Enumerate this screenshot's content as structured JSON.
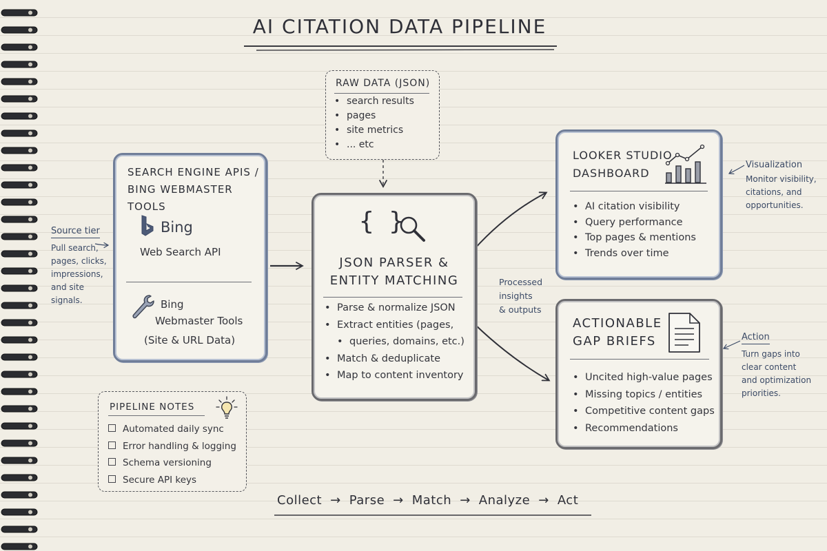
{
  "title": "AI CITATION DATA PIPELINE",
  "raw_data": {
    "title": "RAW DATA (JSON)",
    "items": [
      "search results",
      "pages",
      "site metrics",
      "... etc"
    ]
  },
  "source": {
    "title_line1": "SEARCH ENGINE APIS /",
    "title_line2": "BING WEBMASTER TOOLS",
    "bing_logo_text": "Bing",
    "bing_api_label": "Web Search API",
    "wmt_line1": "Bing",
    "wmt_line2": "Webmaster Tools",
    "wmt_line3": "(Site & URL Data)"
  },
  "source_note": {
    "title": "Source tier",
    "lines": [
      "Pull search,",
      "pages, clicks,",
      "impressions,",
      "and site",
      "signals."
    ]
  },
  "parser": {
    "icon_text": "{ }",
    "title_line1": "JSON PARSER &",
    "title_line2": "ENTITY MATCHING",
    "items": [
      "Parse & normalize JSON",
      "Extract entities (pages,",
      "queries, domains, etc.)",
      "Match & deduplicate",
      "Map to content inventory"
    ]
  },
  "processed_note": {
    "lines": [
      "Processed",
      "insights",
      "& outputs"
    ]
  },
  "dashboard": {
    "title_line1": "LOOKER STUDIO",
    "title_line2": "DASHBOARD",
    "items": [
      "AI citation visibility",
      "Query performance",
      "Top pages & mentions",
      "Trends over time"
    ]
  },
  "viz_note": {
    "title": "Visualization",
    "lines": [
      "Monitor visibility,",
      "citations, and",
      "opportunities."
    ]
  },
  "gaps": {
    "title_line1": "ACTIONABLE",
    "title_line2": "GAP BRIEFS",
    "items": [
      "Uncited high-value pages",
      "Missing topics / entities",
      "Competitive content gaps",
      "Recommendations"
    ]
  },
  "action_note": {
    "title": "Action",
    "lines": [
      "Turn gaps into",
      "clear content",
      "and optimization",
      "priorities."
    ]
  },
  "pipeline_notes": {
    "title": "PIPELINE NOTES",
    "items": [
      "Automated daily sync",
      "Error handling & logging",
      "Schema versioning",
      "Secure API keys"
    ]
  },
  "flow": {
    "steps": [
      "Collect",
      "Parse",
      "Match",
      "Analyze",
      "Act"
    ],
    "arrow": "→"
  },
  "colors": {
    "ink": "#3a3a40",
    "note_blue": "#3b4a66",
    "box_blue": "#6f7d98",
    "paper": "#f1eee5"
  }
}
